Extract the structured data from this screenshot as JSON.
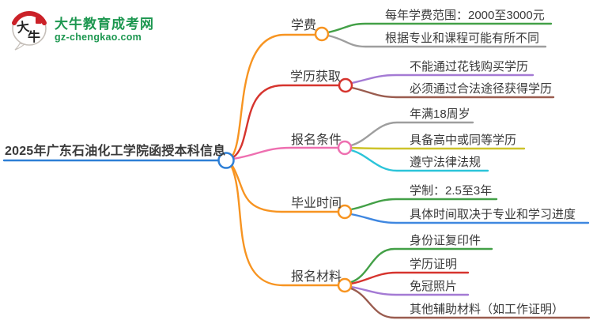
{
  "logo": {
    "title": "大牛教育成考网",
    "subtitle": "gz-chengkao.com",
    "icon_char_top": "大",
    "icon_char_bottom": "牛",
    "brand_green": "#1d9750",
    "brand_red": "#cb2128"
  },
  "root": {
    "label": "2025年广东石油化工学院函授本科信息",
    "color": "#2e7fd6"
  },
  "branches": [
    {
      "label": "学费",
      "color": "#f79421",
      "children": [
        {
          "text": "每年学费范围：2000至3000元",
          "color": "#43a047"
        },
        {
          "text": "根据专业和课程可能有所不同",
          "color": "#9e9e9e"
        }
      ]
    },
    {
      "label": "学历获取",
      "color": "#d6342e",
      "children": [
        {
          "text": "不能通过花钱购买学历",
          "color": "#a47ad4"
        },
        {
          "text": "必须通过合法途径获得学历",
          "color": "#9a5c4f"
        }
      ]
    },
    {
      "label": "报名条件",
      "color": "#ee6fb0",
      "children": [
        {
          "text": "年满18周岁",
          "color": "#9e9e9e"
        },
        {
          "text": "具备高中或同等学历",
          "color": "#cdc32a"
        },
        {
          "text": "遵守法律法规",
          "color": "#2bc4d9"
        }
      ]
    },
    {
      "label": "毕业时间",
      "color": "#f79421",
      "children": [
        {
          "text": "学制：2.5至3年",
          "color": "#43a047"
        },
        {
          "text": "具体时间取决于专业和学习进度",
          "color": "#3f87e0"
        }
      ]
    },
    {
      "label": "报名材料",
      "color": "#f79421",
      "children": [
        {
          "text": "身份证复印件",
          "color": "#43a047"
        },
        {
          "text": "学历证明",
          "color": "#d6342e"
        },
        {
          "text": "免冠照片",
          "color": "#a47ad4"
        },
        {
          "text": "其他辅助材料（如工作证明）",
          "color": "#9a5c4f"
        }
      ]
    }
  ]
}
